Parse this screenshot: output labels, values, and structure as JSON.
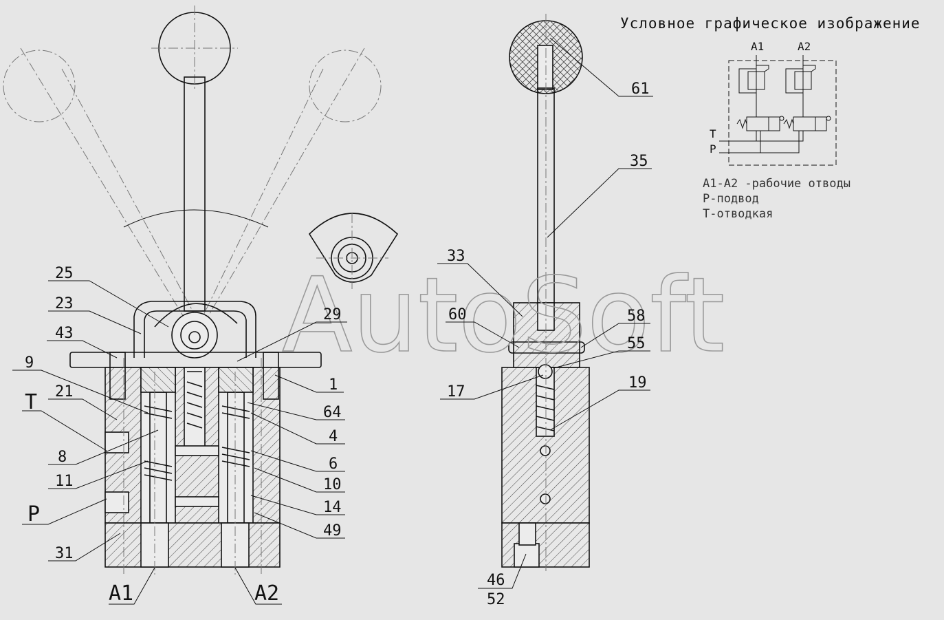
{
  "watermark": "AutoSoft",
  "legend": {
    "title": "Условное графическое изображение",
    "ports": {
      "a1": "A1",
      "a2": "A2",
      "t": "T",
      "p": "P"
    },
    "notes": [
      "A1-A2 -рабочие отводы",
      "P-подвод",
      "T-отводкая"
    ]
  },
  "callouts": {
    "c25": "25",
    "c23": "23",
    "c43": "43",
    "c9": "9",
    "c21": "21",
    "c8": "8",
    "c11": "11",
    "c31": "31",
    "c29": "29",
    "c1": "1",
    "c64": "64",
    "c4": "4",
    "c6": "6",
    "c10": "10",
    "c14": "14",
    "c49": "49",
    "c61": "61",
    "c35": "35",
    "c33": "33",
    "c60": "60",
    "c58": "58",
    "c55": "55",
    "c17": "17",
    "c19": "19",
    "c46": "46",
    "c52": "52"
  },
  "ports": {
    "t": "T",
    "p": "P",
    "a1": "A1",
    "a2": "A2"
  }
}
